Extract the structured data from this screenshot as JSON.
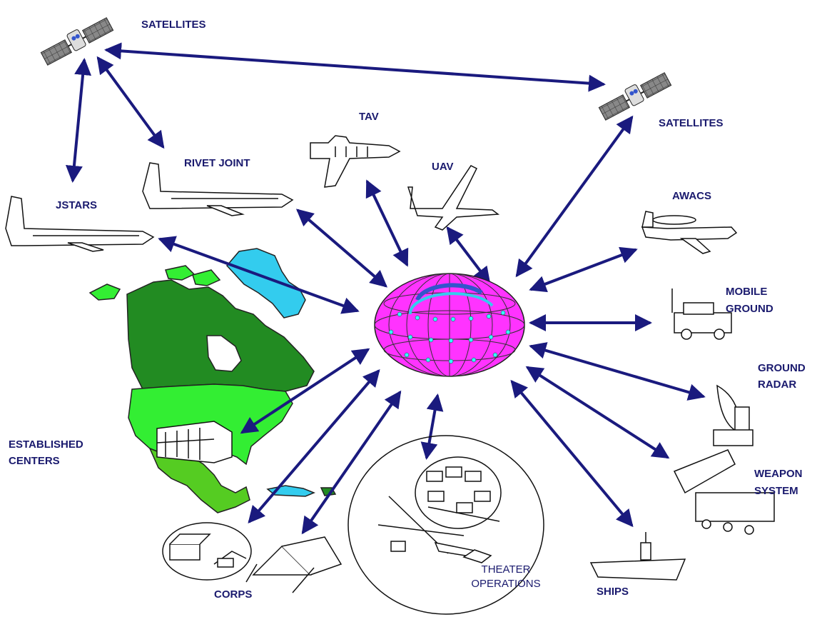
{
  "colors": {
    "arrow": "#1a1a7e",
    "label": "#1a1a6e",
    "globe": "#ff33ff",
    "greenland": "#33ccee",
    "canada": "#228b22",
    "usa": "#33ee33",
    "mexico": "#55cc22"
  },
  "labels": {
    "satellites_left": "SATELLITES",
    "satellites_right": "SATELLITES",
    "tav": "TAV",
    "uav": "UAV",
    "rivet_joint": "RIVET JOINT",
    "jstars": "JSTARS",
    "awacs": "AWACS",
    "mobile_ground_1": "MOBILE",
    "mobile_ground_2": "GROUND",
    "ground_radar_1": "GROUND",
    "ground_radar_2": "RADAR",
    "weapon_system_1": "WEAPON",
    "weapon_system_2": "SYSTEM",
    "ships": "SHIPS",
    "theater_ops_1": "THEATER",
    "theater_ops_2": "OPERATIONS",
    "corps": "CORPS",
    "established_centers_1": "ESTABLISHED",
    "established_centers_2": "CENTERS"
  },
  "icons": [
    "satellite-icon",
    "space-shuttle-icon",
    "uav-icon",
    "aircraft-icon",
    "awacs-icon",
    "humvee-icon",
    "radar-dish-icon",
    "missile-launcher-icon",
    "aircraft-carrier-icon",
    "airfield-icon",
    "tent-icon",
    "building-icon",
    "globe-icon",
    "north-america-map"
  ]
}
